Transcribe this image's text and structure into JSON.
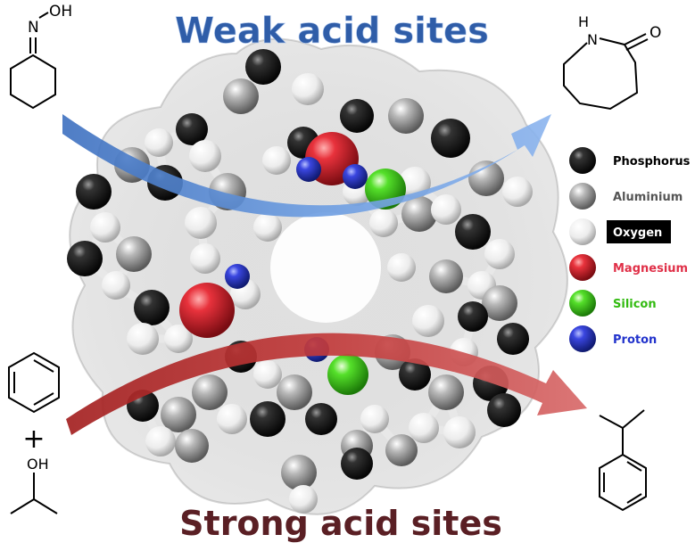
{
  "titles": {
    "top": "Weak acid sites",
    "bottom": "Strong acid sites"
  },
  "legend": [
    {
      "label": "Phosphorus",
      "color": "#111111",
      "text_color": "#000000",
      "boxed": false
    },
    {
      "label": "Aluminium",
      "color": "#9a9a9a",
      "text_color": "#555555",
      "boxed": false
    },
    {
      "label": "Oxygen",
      "color": "#f0f0f0",
      "text_color": "#ffffff",
      "boxed": true
    },
    {
      "label": "Magnesium",
      "color": "#e03040",
      "text_color": "#e03048",
      "boxed": false
    },
    {
      "label": "Silicon",
      "color": "#44dd22",
      "text_color": "#33bb11",
      "boxed": false
    },
    {
      "label": "Proton",
      "color": "#3340dd",
      "text_color": "#2233cc",
      "boxed": false
    }
  ],
  "molecules": {
    "cyclohexanone_oxime": {
      "atom_n": "N",
      "atom_oh": "OH"
    },
    "caprolactam": {
      "atom_h": "H",
      "atom_n": "N",
      "atom_o": "O"
    },
    "isopropanol": {
      "atom_oh": "OH"
    },
    "plus": "+"
  },
  "colors": {
    "weak_arrow": "#4a7fc8",
    "strong_arrow": "#b02a2a",
    "weak_title": "#2f5da8",
    "strong_title": "#5a1f24"
  }
}
